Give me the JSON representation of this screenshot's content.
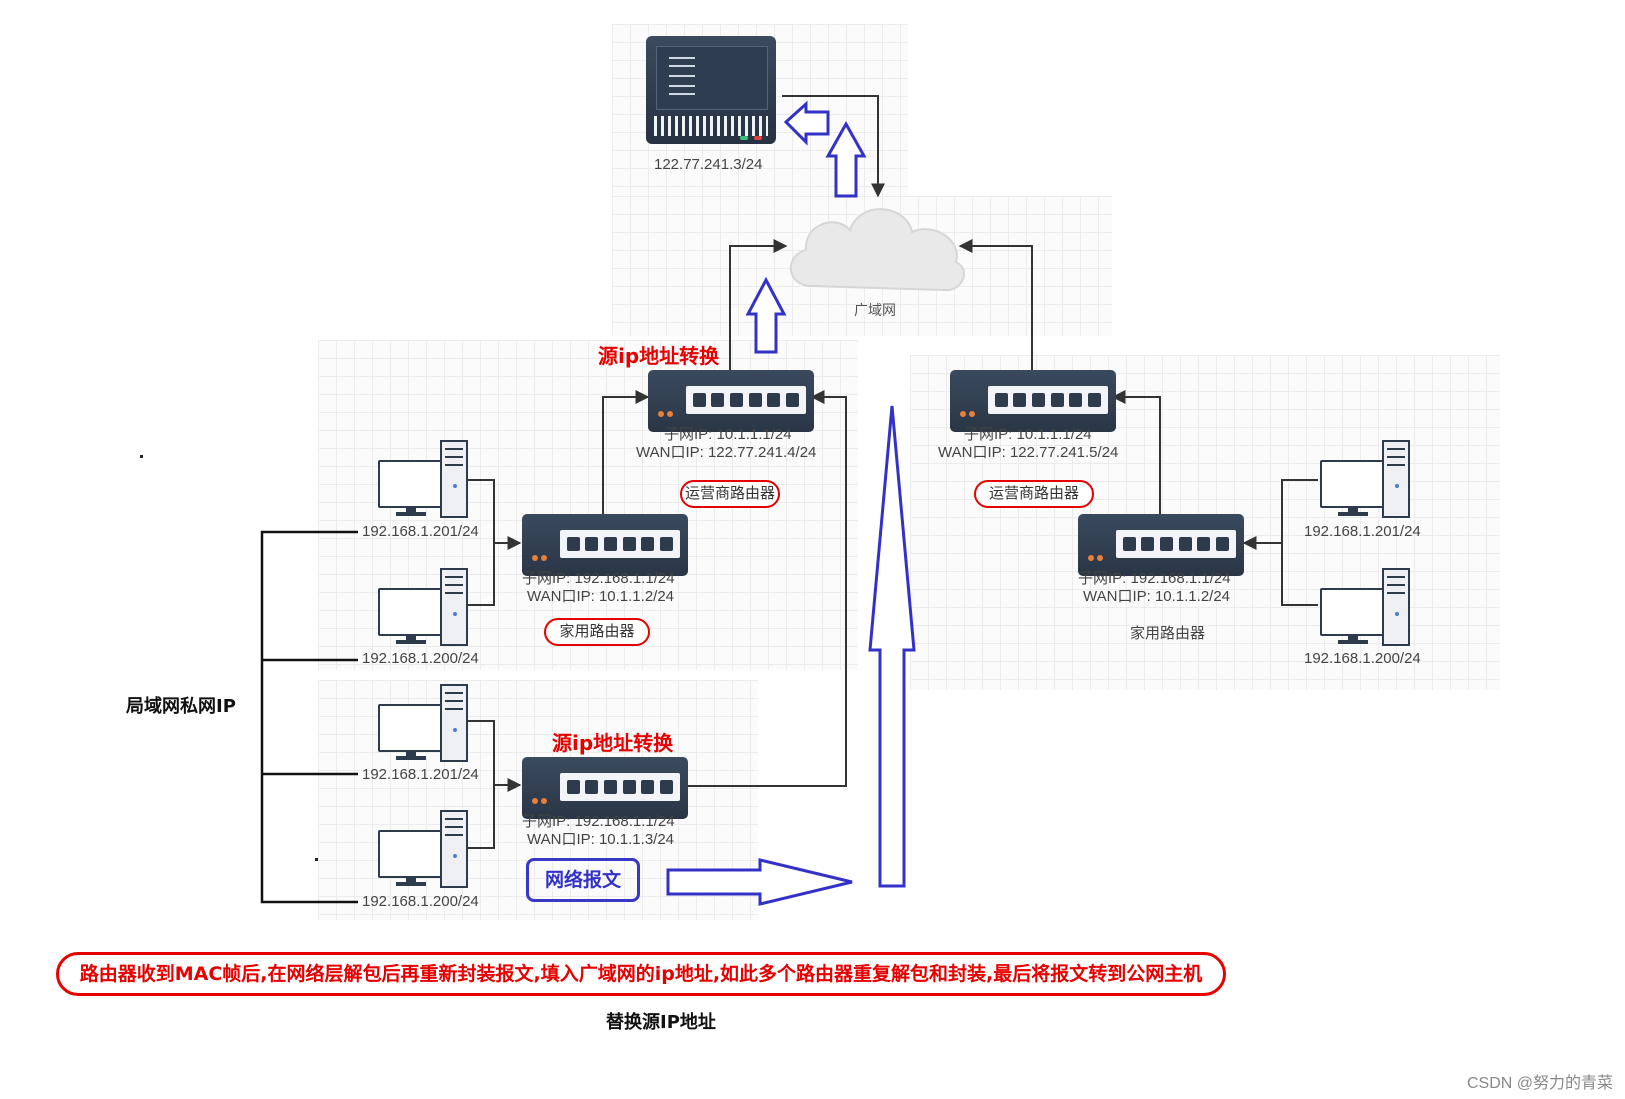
{
  "server": {
    "ip": "122.77.241.3/24"
  },
  "cloud": {
    "label": "广域网"
  },
  "nat_title_top": "源ip地址转换",
  "nat_title_bottom": "源ip地址转换",
  "isp_router_left": {
    "subnet": "子网IP:   10.1.1.1/24",
    "wan": "WAN口IP:  122.77.241.4/24",
    "name": "运营商路由器"
  },
  "isp_router_right": {
    "subnet": "子网IP:   10.1.1.1/24",
    "wan": "WAN口IP:  122.77.241.5/24",
    "name": "运营商路由器"
  },
  "home_router_left_top": {
    "subnet": "子网IP:   192.168.1.1/24",
    "wan": "WAN口IP:  10.1.1.2/24",
    "name": "家用路由器"
  },
  "home_router_left_bottom": {
    "subnet": "子网IP:   192.168.1.1/24",
    "wan": "WAN口IP:  10.1.1.3/24"
  },
  "home_router_right": {
    "subnet": "子网IP:   192.168.1.1/24",
    "wan": "WAN口IP:  10.1.1.2/24",
    "name": "家用路由器"
  },
  "hosts": {
    "left_top_a": "192.168.1.201/24",
    "left_top_b": "192.168.1.200/24",
    "left_bottom_a": "192.168.1.201/24",
    "left_bottom_b": "192.168.1.200/24",
    "right_a": "192.168.1.201/24",
    "right_b": "192.168.1.200/24"
  },
  "lan_label": "局域网私网IP",
  "packet_label": "网络报文",
  "note": "路由器收到MAC帧后,在网络层解包后再重新封装报文,填入广域网的ip地址,如此多个路由器重复解包和封装,最后将报文转到公网主机",
  "caption": "替换源IP地址",
  "watermark": "CSDN @努力的青菜",
  "colors": {
    "red": "#e60000",
    "blue": "#3232c8",
    "device": "#2e3b4c"
  }
}
